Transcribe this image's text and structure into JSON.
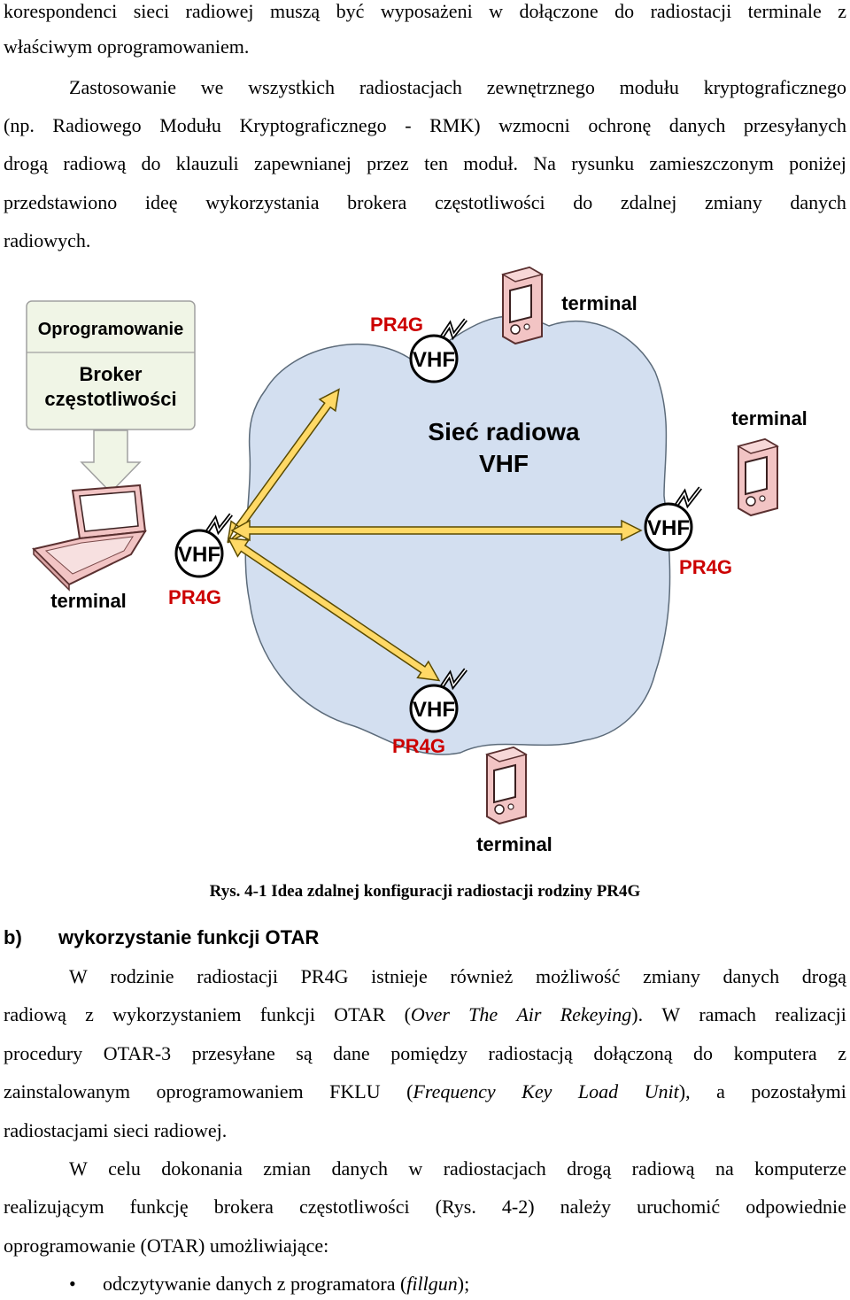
{
  "paragraph1": {
    "lines": [
      "korespondenci sieci radiowej muszą być wyposażeni w dołączone do radiostacji terminale z",
      "właściwym oprogramowaniem."
    ]
  },
  "paragraph2": {
    "lines": [
      "Zastosowanie we wszystkich radiostacjach zewnętrznego modułu kryptograficznego",
      "(np. Radiowego Modułu Kryptograficznego - RMK) wzmocni ochronę danych przesyłanych",
      "drogą radiową do klauzuli zapewnianej przez ten moduł. Na rysunku zamieszczonym poniżej",
      "przedstawiono ideę wykorzystania brokera częstotliwości do zdalnej zmiany danych",
      "radiowych."
    ]
  },
  "figure": {
    "software_box": {
      "title": "Oprogramowanie",
      "body_line1": "Broker",
      "body_line2": "częstotliwości"
    },
    "network_label_line1": "Sieć radiowa",
    "network_label_line2": "VHF",
    "terminal_label": "terminal",
    "radio_label": "VHF",
    "pr4g_label": "PR4G",
    "caption": "Rys. 4-1 Idea zdalnej konfiguracji radiostacji rodziny PR4G",
    "colors": {
      "cloud_fill": "#d3dff0",
      "pr4g_text": "#cc0000",
      "arrow_fill": "#ffd966",
      "arrow_stroke": "#5a4a00",
      "box_fill": "#f0f5e6",
      "handheld_fill": "#f2c4c4"
    }
  },
  "section_b": {
    "marker": "b)",
    "title": "wykorzystanie funkcji OTAR",
    "paragraph1": {
      "line1": "W rodzinie radiostacji PR4G istnieje również możliwość zmiany danych drogą",
      "line2_a": "radiową z wykorzystaniem funkcji OTAR (",
      "line2_i": "Over The Air Rekeying",
      "line2_b": "). W ramach realizacji",
      "line3": "procedury OTAR-3 przesyłane są dane pomiędzy radiostacją dołączoną do komputera z",
      "line4_a": "zainstalowanym oprogramowaniem FKLU (",
      "line4_i": "Frequency Key Load Unit",
      "line4_b": "), a pozostałymi",
      "line5": "radiostacjami sieci radiowej."
    },
    "paragraph2": {
      "line1": "W celu dokonania zmian danych w radiostacjach drogą radiową na komputerze",
      "line2": "realizującym funkcję brokera częstotliwości (Rys. 4-2) należy uruchomić odpowiednie",
      "line3": "oprogramowanie (OTAR) umożliwiające:"
    },
    "bullets": [
      {
        "symbol": "•",
        "text_a": "odczytywanie danych z programatora (",
        "text_i": "fillgun",
        "text_b": ");"
      }
    ]
  }
}
